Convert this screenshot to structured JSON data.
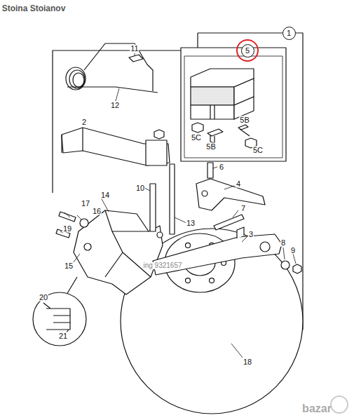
{
  "diagram": {
    "nodes": [
      {
        "text": [
          "1"
        ]
      },
      {
        "text": [
          "5"
        ]
      }
    ],
    "labels": [
      "Stoina Stoianov",
      "11",
      "12",
      "2",
      "5C",
      "5B",
      "5B",
      "5C",
      "6",
      "4",
      "10",
      "13",
      "17",
      "16",
      "7",
      "3",
      "8",
      "9",
      "19",
      "14",
      "15",
      "20",
      "21",
      "ing 9321657",
      "18",
      "bazar"
    ]
  }
}
